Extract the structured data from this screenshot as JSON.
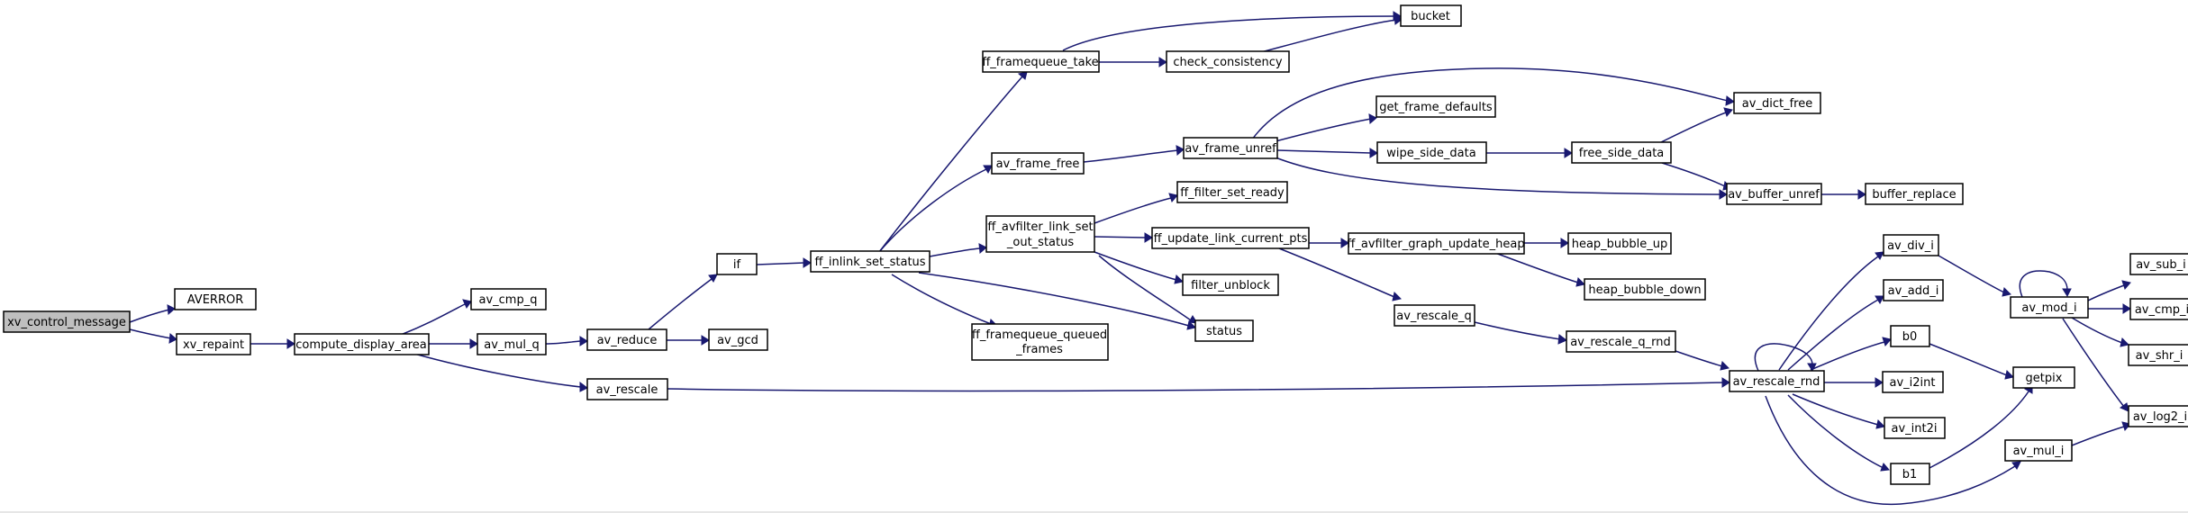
{
  "diagram": {
    "type": "call-graph",
    "colors": {
      "edge": "#191970",
      "root_fill": "#bfbfbf",
      "node_fill": "#ffffff",
      "node_border": "#000000"
    },
    "root": "xv_control_message",
    "nodes": {
      "xv_control_message": "xv_control_message",
      "AVERROR": "AVERROR",
      "xv_repaint": "xv_repaint",
      "compute_display_area": "compute_display_area",
      "av_cmp_q": "av_cmp_q",
      "av_mul_q": "av_mul_q",
      "av_reduce": "av_reduce",
      "av_gcd": "av_gcd",
      "if": "if",
      "ff_inlink_set_status": "ff_inlink_set_status",
      "ff_framequeue_take": "ff_framequeue_take",
      "check_consistency": "check_consistency",
      "bucket": "bucket",
      "av_frame_free": "av_frame_free",
      "av_frame_unref": "av_frame_unref",
      "get_frame_defaults": "get_frame_defaults",
      "wipe_side_data": "wipe_side_data",
      "free_side_data": "free_side_data",
      "av_dict_free": "av_dict_free",
      "av_buffer_unref": "av_buffer_unref",
      "buffer_replace": "buffer_replace",
      "ff_filter_set_ready": "ff_filter_set_ready",
      "ff_avfilter_link_set_out_status_1": "ff_avfilter_link_set",
      "ff_avfilter_link_set_out_status_2": "_out_status",
      "ff_update_link_current_pts": "ff_update_link_current_pts",
      "ff_avfilter_graph_update_heap": "ff_avfilter_graph_update_heap",
      "heap_bubble_up": "heap_bubble_up",
      "heap_bubble_down": "heap_bubble_down",
      "filter_unblock": "filter_unblock",
      "status": "status",
      "ff_framequeue_queued_frames_1": "ff_framequeue_queued",
      "ff_framequeue_queued_frames_2": "_frames",
      "av_rescale_q": "av_rescale_q",
      "av_rescale_q_rnd": "av_rescale_q_rnd",
      "av_rescale": "av_rescale",
      "av_rescale_rnd": "av_rescale_rnd",
      "av_div_i": "av_div_i",
      "av_add_i": "av_add_i",
      "b0": "b0",
      "av_i2int": "av_i2int",
      "av_int2i": "av_int2i",
      "b1": "b1",
      "getpix": "getpix",
      "av_mod_i": "av_mod_i",
      "av_sub_i": "av_sub_i",
      "av_cmp_i": "av_cmp_i",
      "av_shr_i": "av_shr_i",
      "av_log2_i": "av_log2_i",
      "av_mul_i": "av_mul_i"
    },
    "edges": [
      [
        "xv_control_message",
        "AVERROR"
      ],
      [
        "xv_control_message",
        "xv_repaint"
      ],
      [
        "xv_repaint",
        "compute_display_area"
      ],
      [
        "compute_display_area",
        "av_cmp_q"
      ],
      [
        "compute_display_area",
        "av_mul_q"
      ],
      [
        "compute_display_area",
        "av_rescale"
      ],
      [
        "av_mul_q",
        "av_reduce"
      ],
      [
        "av_reduce",
        "av_gcd"
      ],
      [
        "av_reduce",
        "if"
      ],
      [
        "if",
        "ff_inlink_set_status"
      ],
      [
        "ff_inlink_set_status",
        "ff_framequeue_take"
      ],
      [
        "ff_inlink_set_status",
        "av_frame_free"
      ],
      [
        "ff_inlink_set_status",
        "ff_avfilter_link_set_out_status"
      ],
      [
        "ff_inlink_set_status",
        "ff_framequeue_queued_frames"
      ],
      [
        "ff_inlink_set_status",
        "status"
      ],
      [
        "ff_framequeue_take",
        "check_consistency"
      ],
      [
        "ff_framequeue_take",
        "bucket"
      ],
      [
        "check_consistency",
        "bucket"
      ],
      [
        "av_frame_free",
        "av_frame_unref"
      ],
      [
        "av_frame_unref",
        "get_frame_defaults"
      ],
      [
        "av_frame_unref",
        "wipe_side_data"
      ],
      [
        "av_frame_unref",
        "av_dict_free"
      ],
      [
        "av_frame_unref",
        "av_buffer_unref"
      ],
      [
        "wipe_side_data",
        "free_side_data"
      ],
      [
        "free_side_data",
        "av_dict_free"
      ],
      [
        "free_side_data",
        "av_buffer_unref"
      ],
      [
        "av_buffer_unref",
        "buffer_replace"
      ],
      [
        "ff_avfilter_link_set_out_status",
        "ff_filter_set_ready"
      ],
      [
        "ff_avfilter_link_set_out_status",
        "ff_update_link_current_pts"
      ],
      [
        "ff_avfilter_link_set_out_status",
        "filter_unblock"
      ],
      [
        "ff_avfilter_link_set_out_status",
        "status"
      ],
      [
        "ff_update_link_current_pts",
        "ff_avfilter_graph_update_heap"
      ],
      [
        "ff_update_link_current_pts",
        "av_rescale_q"
      ],
      [
        "ff_avfilter_graph_update_heap",
        "heap_bubble_up"
      ],
      [
        "ff_avfilter_graph_update_heap",
        "heap_bubble_down"
      ],
      [
        "av_rescale_q",
        "av_rescale_q_rnd"
      ],
      [
        "av_rescale_q_rnd",
        "av_rescale_rnd"
      ],
      [
        "av_rescale",
        "av_rescale_rnd"
      ],
      [
        "av_rescale_rnd",
        "av_rescale_rnd"
      ],
      [
        "av_rescale_rnd",
        "av_div_i"
      ],
      [
        "av_rescale_rnd",
        "av_add_i"
      ],
      [
        "av_rescale_rnd",
        "b0"
      ],
      [
        "av_rescale_rnd",
        "av_i2int"
      ],
      [
        "av_rescale_rnd",
        "av_int2i"
      ],
      [
        "av_rescale_rnd",
        "b1"
      ],
      [
        "av_rescale_rnd",
        "av_mul_i"
      ],
      [
        "av_div_i",
        "av_mod_i"
      ],
      [
        "av_mod_i",
        "av_mod_i"
      ],
      [
        "av_mod_i",
        "av_sub_i"
      ],
      [
        "av_mod_i",
        "av_cmp_i"
      ],
      [
        "av_mod_i",
        "av_shr_i"
      ],
      [
        "av_mod_i",
        "av_log2_i"
      ],
      [
        "b0",
        "getpix"
      ],
      [
        "b1",
        "getpix"
      ],
      [
        "av_mul_i",
        "av_log2_i"
      ]
    ]
  }
}
